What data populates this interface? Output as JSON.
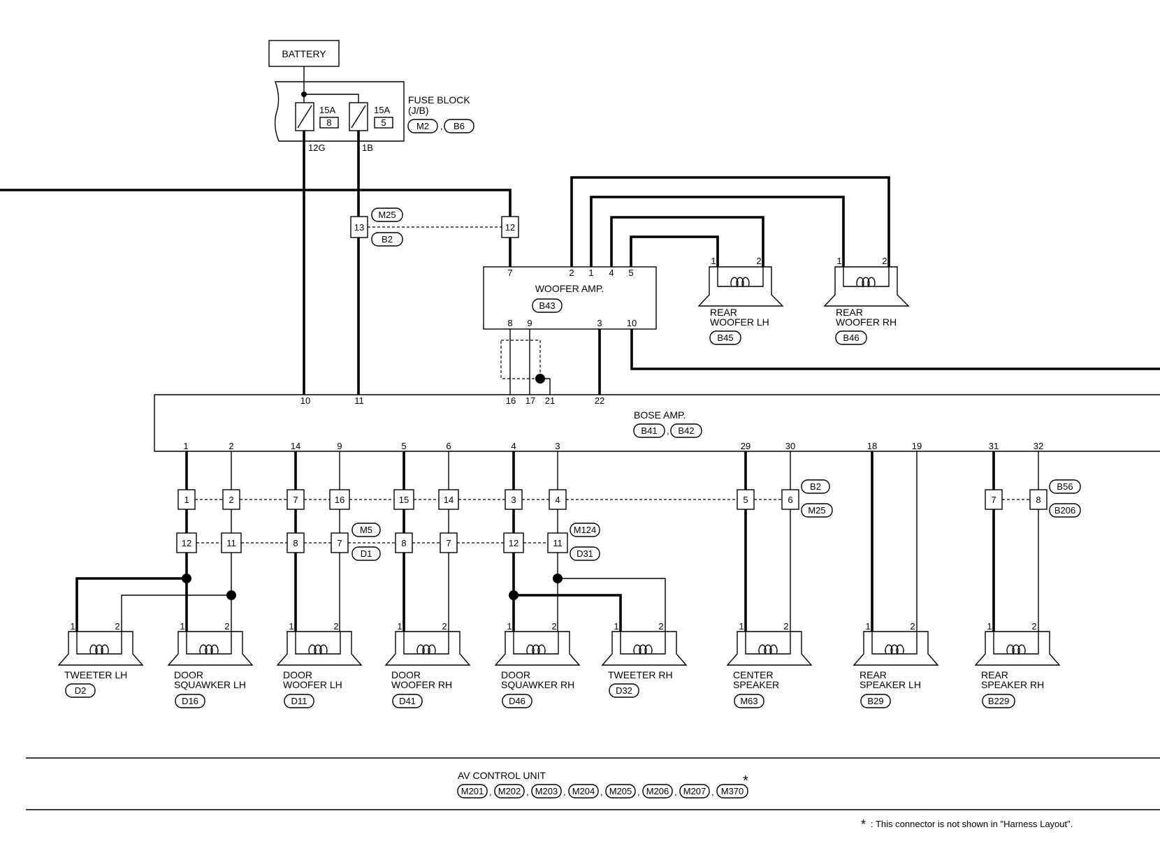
{
  "battery": {
    "label": "BATTERY"
  },
  "fuse_block": {
    "title": "FUSE BLOCK",
    "subtitle": "(J/B)",
    "connectors": [
      "M2",
      "B6"
    ],
    "fuses": [
      {
        "rating": "15A",
        "number": "8",
        "out_pin": "12G"
      },
      {
        "rating": "15A",
        "number": "5",
        "out_pin": "1B"
      }
    ]
  },
  "joint_connectors": {
    "upper": {
      "labels": [
        "M25",
        "B2"
      ],
      "pins": [
        "13",
        "12"
      ]
    }
  },
  "woofer_amp": {
    "label": "WOOFER AMP.",
    "connector": "B43",
    "top_pins": [
      "7",
      "2",
      "1",
      "4",
      "5"
    ],
    "bottom_pins": [
      "8",
      "9",
      "3",
      "10"
    ]
  },
  "rear_woofers": [
    {
      "line1": "REAR",
      "line2": "WOOFER LH",
      "connector": "B45",
      "pins": [
        "1",
        "2"
      ]
    },
    {
      "line1": "REAR",
      "line2": "WOOFER RH",
      "connector": "B46",
      "pins": [
        "1",
        "2"
      ]
    }
  ],
  "bose_amp": {
    "label": "BOSE AMP.",
    "connectors": [
      "B41",
      "B42"
    ],
    "top_pins": [
      "10",
      "11",
      "16",
      "17",
      "21",
      "22"
    ],
    "bottom_pins": [
      "1",
      "2",
      "14",
      "9",
      "5",
      "6",
      "4",
      "3",
      "29",
      "30",
      "18",
      "19",
      "31",
      "32"
    ]
  },
  "harness_row1": {
    "pins": [
      "1",
      "2",
      "7",
      "16",
      "15",
      "14",
      "3",
      "4",
      "5",
      "6",
      "7",
      "8"
    ],
    "labels_a": [
      "B2",
      "M25"
    ],
    "labels_b": [
      "B56",
      "B206"
    ]
  },
  "harness_row2": {
    "pins": [
      "12",
      "11",
      "8",
      "7",
      "8",
      "7",
      "12",
      "11"
    ],
    "labels_a": [
      "M5",
      "D1"
    ],
    "labels_b": [
      "M124",
      "D31"
    ]
  },
  "speakers": [
    {
      "line1": "TWEETER LH",
      "line2": "",
      "connector": "D2",
      "pins": [
        "1",
        "2"
      ]
    },
    {
      "line1": "DOOR",
      "line2": "SQUAWKER LH",
      "connector": "D16",
      "pins": [
        "1",
        "2"
      ]
    },
    {
      "line1": "DOOR",
      "line2": "WOOFER LH",
      "connector": "D11",
      "pins": [
        "1",
        "2"
      ]
    },
    {
      "line1": "DOOR",
      "line2": "WOOFER RH",
      "connector": "D41",
      "pins": [
        "1",
        "2"
      ]
    },
    {
      "line1": "DOOR",
      "line2": "SQUAWKER RH",
      "connector": "D46",
      "pins": [
        "1",
        "2"
      ]
    },
    {
      "line1": "TWEETER RH",
      "line2": "",
      "connector": "D32",
      "pins": [
        "1",
        "2"
      ]
    },
    {
      "line1": "CENTER",
      "line2": "SPEAKER",
      "connector": "M63",
      "pins": [
        "1",
        "2"
      ]
    },
    {
      "line1": "REAR",
      "line2": "SPEAKER LH",
      "connector": "B29",
      "pins": [
        "1",
        "2"
      ]
    },
    {
      "line1": "REAR",
      "line2": "SPEAKER RH",
      "connector": "B229",
      "pins": [
        "1",
        "2"
      ]
    }
  ],
  "av_control_unit": {
    "label": "AV CONTROL UNIT",
    "connectors": [
      "M201",
      "M202",
      "M203",
      "M204",
      "M205",
      "M206",
      "M207",
      "M370"
    ],
    "star": "*"
  },
  "footnote": {
    "star": "*",
    "text": ": This connector is not shown in \"Harness Layout\"."
  }
}
